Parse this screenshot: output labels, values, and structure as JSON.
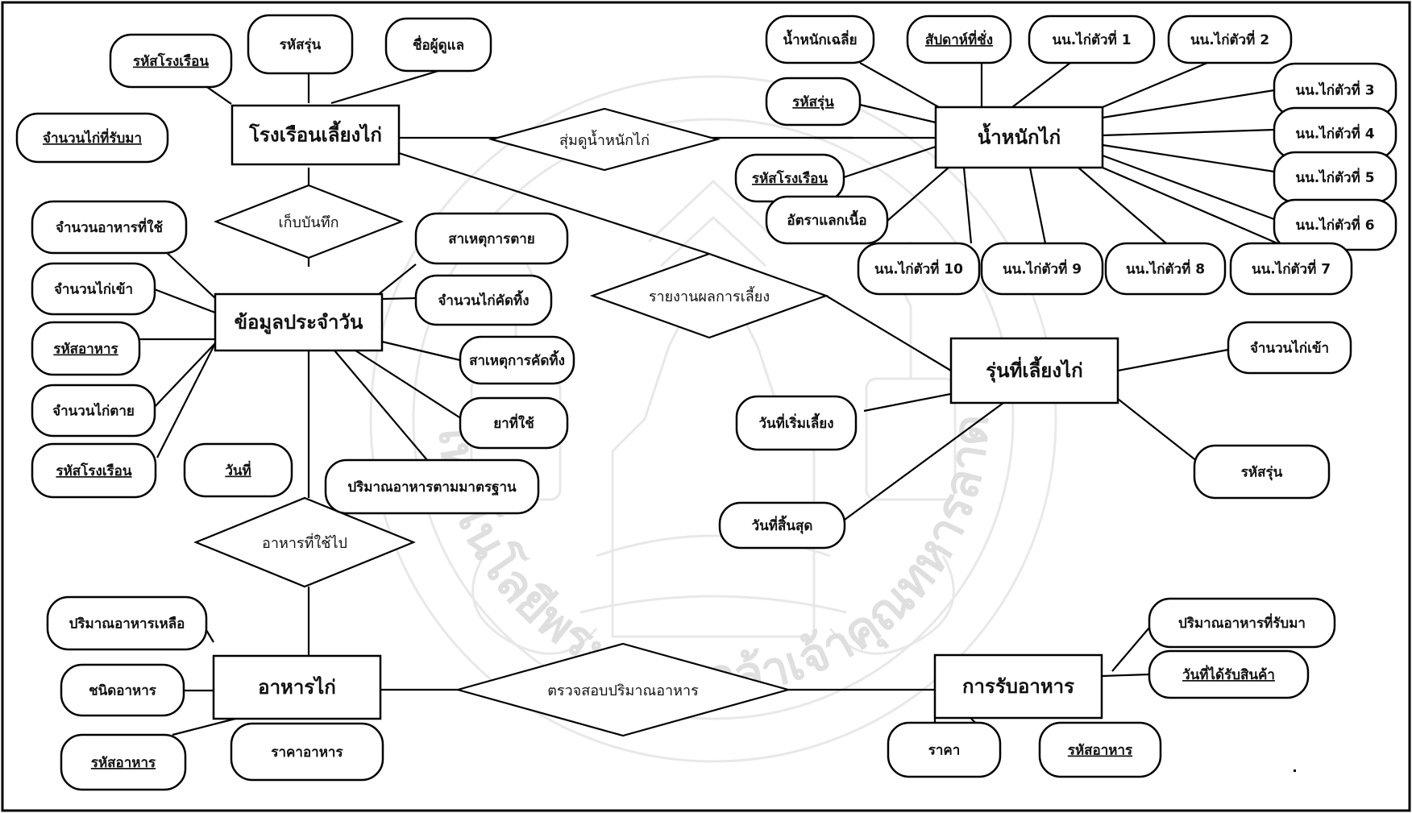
{
  "entities": {
    "house": "โรงเรือนเลี้ยงไก่",
    "daily": "ข้อมูลประจำวัน",
    "weight": "น้ำหนักไก่",
    "batch": "รุ่นที่เลี้ยงไก่",
    "food": "อาหารไก่",
    "receive": "การรับอาหาร"
  },
  "relationships": {
    "sample_weight": "สุ่มดูน้ำหนักไก่",
    "record": "เก็บบันทึก",
    "report": "รายงานผลการเลี้ยง",
    "food_used": "อาหารที่ใช้ไป",
    "check_food": "ตรวจสอบปริมาณอาหาร"
  },
  "attributes": {
    "house_id": "รหัสโรงเรือน",
    "house_batch": "รหัสรุ่น",
    "caretaker": "ชื่อผู้ดูแล",
    "chicks_received": "จำนวนไก่ที่รับมา",
    "food_amount_used": "จำนวนอาหารที่ใช้",
    "chickens_in": "จำนวนไก่เข้า",
    "daily_food_id": "รหัสอาหาร",
    "chickens_dead": "จำนวนไก่ตาย",
    "daily_house_id": "รหัสโรงเรือน",
    "date": "วันที่",
    "death_cause": "สาเหตุการตาย",
    "culled_count": "จำนวนไก่คัดทิ้ง",
    "cull_cause": "สาเหตุการคัดทิ้ง",
    "medicine": "ยาที่ใช้",
    "standard_food": "ปริมาณอาหารตามมาตรฐาน",
    "avg_weight": "น้ำหนักเฉลี่ย",
    "week_no": "สัปดาห์ที่ชั่ง",
    "w1": "นน.ไก่ตัวที่ 1",
    "w2": "นน.ไก่ตัวที่ 2",
    "w3": "นน.ไก่ตัวที่ 3",
    "w4": "นน.ไก่ตัวที่ 4",
    "w5": "นน.ไก่ตัวที่ 5",
    "w6": "นน.ไก่ตัวที่ 6",
    "w7": "นน.ไก่ตัวที่ 7",
    "w8": "นน.ไก่ตัวที่ 8",
    "w9": "นน.ไก่ตัวที่ 9",
    "w10": "นน.ไก่ตัวที่ 10",
    "weight_batch": "รหัสรุ่น",
    "weight_house": "รหัสโรงเรือน",
    "meat_ratio": "อัตราแลกเนื้อ",
    "batch_chickens_in": "จำนวนไก่เข้า",
    "start_date": "วันที่เริ่มเลี้ยง",
    "end_date": "วันที่สิ้นสุด",
    "batch_id": "รหัสรุ่น",
    "food_left": "ปริมาณอาหารเหลือ",
    "food_type": "ชนิดอาหาร",
    "food_id": "รหัสอาหาร",
    "food_price": "ราคาอาหาร",
    "food_received": "ปริมาณอาหารที่รับมา",
    "receive_date": "วันที่ได้รับสินค้า",
    "price": "ราคา",
    "receive_food_id": "รหัสอาหาร"
  },
  "watermark_lettering": "สถาบันเทคโนโลยีพระจอมเกล้าเจ้าคุณทหารลาดกระบัง"
}
